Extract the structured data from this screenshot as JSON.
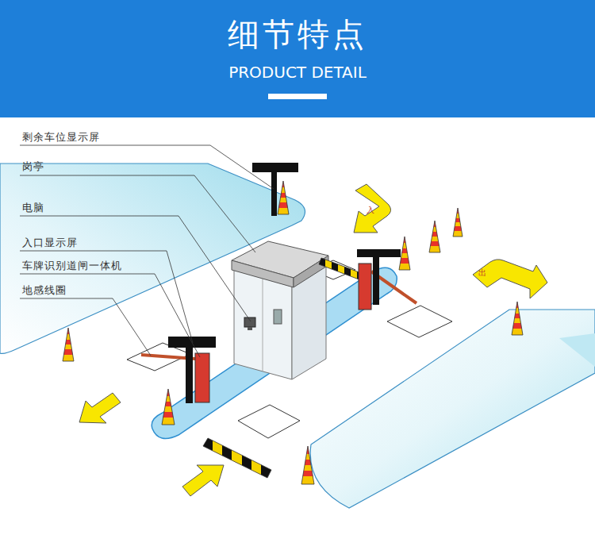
{
  "diagram": {
    "title": "细节特点",
    "labels": [
      "PRODUCT DETAIL",
      "剩余车位显示屏",
      "岗亭",
      "电脑",
      "入口显示屏",
      "车牌识别道闸一体机",
      "地感线圈",
      "入",
      "出"
    ]
  }
}
